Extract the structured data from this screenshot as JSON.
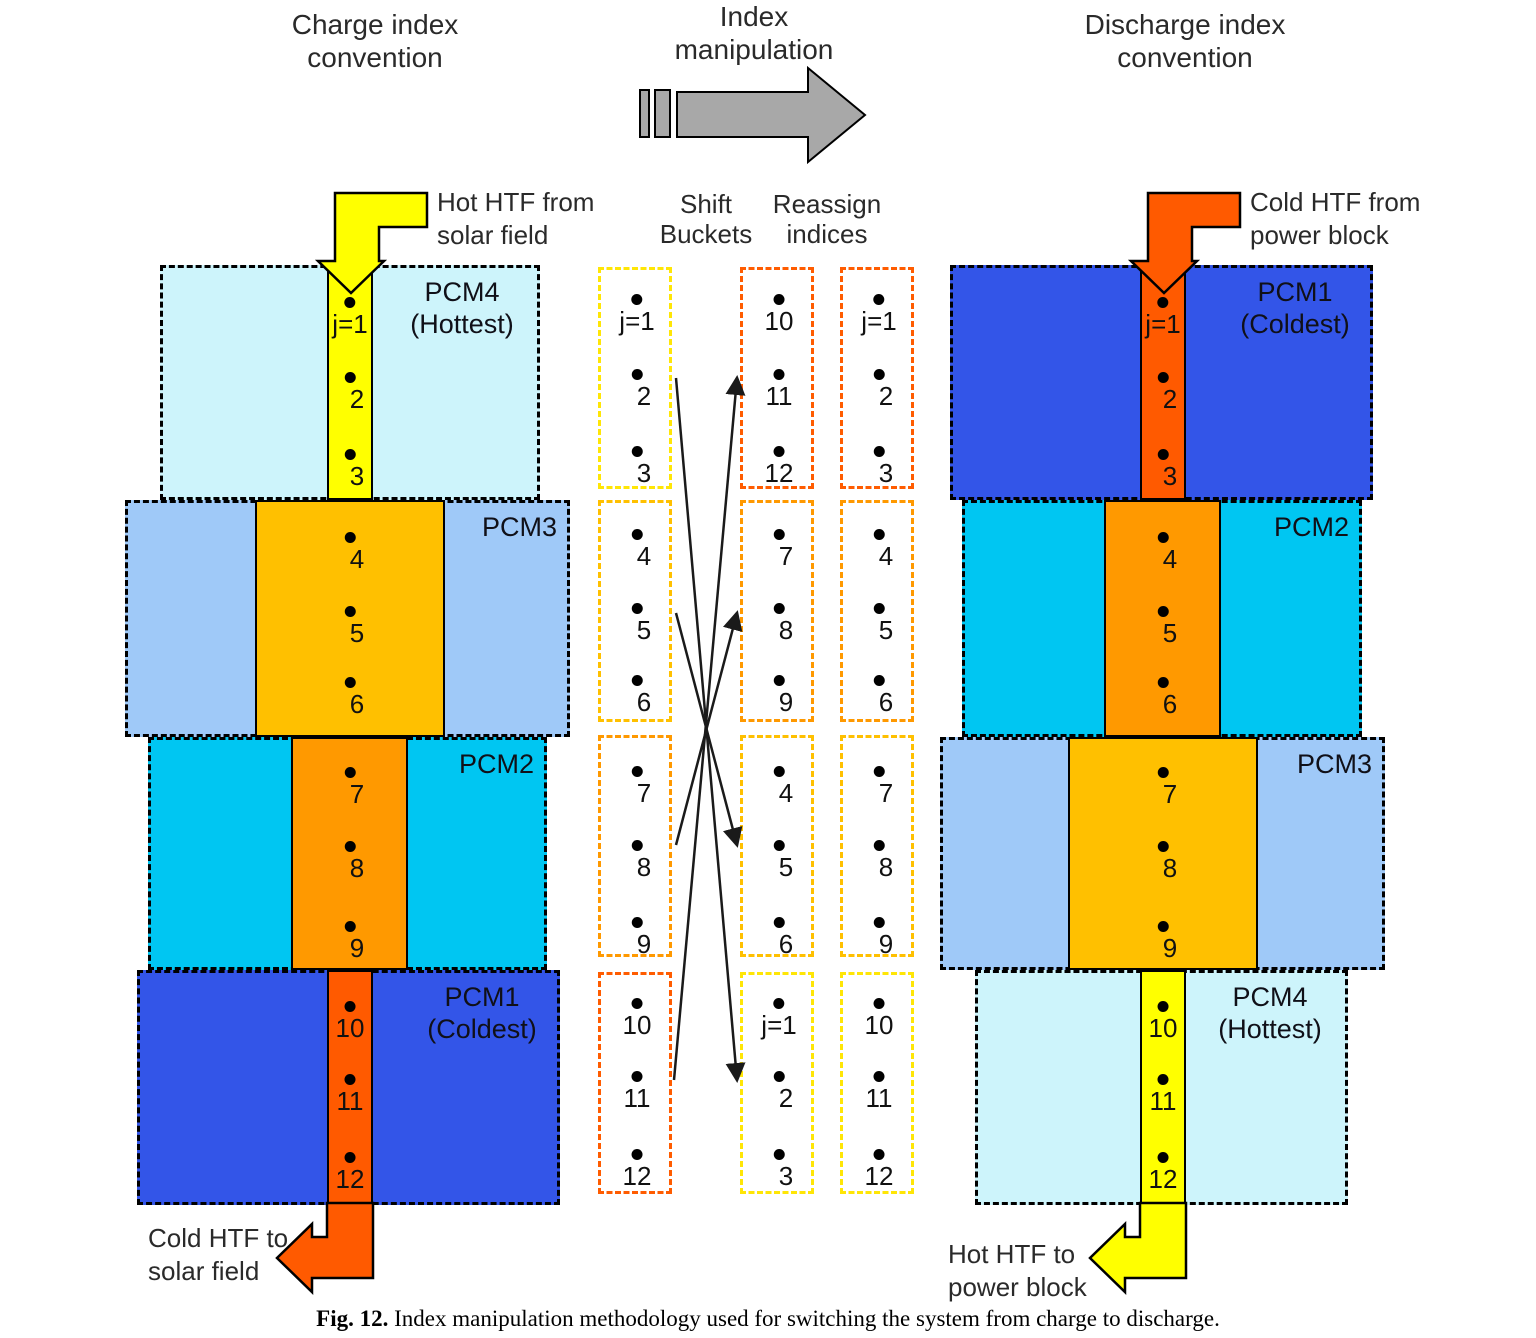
{
  "titles": {
    "left": "Charge index\nconvention",
    "center": "Index\nmanipulation",
    "right": "Discharge index\nconvention"
  },
  "mid_labels": {
    "shift": "Shift\nBuckets",
    "reassign": "Reassign\nindices"
  },
  "charge": {
    "inlet": "Hot HTF from\nsolar field",
    "outlet": "Cold HTF to\nsolar field",
    "blocks": [
      {
        "label": "PCM4\n(Hottest)"
      },
      {
        "label": "PCM3"
      },
      {
        "label": "PCM2"
      },
      {
        "label": "PCM1\n(Coldest)"
      }
    ],
    "indices": [
      "j=1",
      "2",
      "3",
      "4",
      "5",
      "6",
      "7",
      "8",
      "9",
      "10",
      "11",
      "12"
    ]
  },
  "discharge": {
    "inlet": "Cold HTF from\npower block",
    "outlet": "Hot HTF to\npower block",
    "blocks": [
      {
        "label": "PCM1\n(Coldest)"
      },
      {
        "label": "PCM2"
      },
      {
        "label": "PCM3"
      },
      {
        "label": "PCM4\n(Hottest)"
      }
    ],
    "indices": [
      "j=1",
      "2",
      "3",
      "4",
      "5",
      "6",
      "7",
      "8",
      "9",
      "10",
      "11",
      "12"
    ]
  },
  "mid": {
    "a": [
      [
        "j=1",
        "2",
        "3"
      ],
      [
        "4",
        "5",
        "6"
      ],
      [
        "7",
        "8",
        "9"
      ],
      [
        "10",
        "11",
        "12"
      ]
    ],
    "b": [
      [
        "10",
        "11",
        "12"
      ],
      [
        "7",
        "8",
        "9"
      ],
      [
        "4",
        "5",
        "6"
      ],
      [
        "j=1",
        "2",
        "3"
      ]
    ],
    "c": [
      [
        "j=1",
        "2",
        "3"
      ],
      [
        "4",
        "5",
        "6"
      ],
      [
        "7",
        "8",
        "9"
      ],
      [
        "10",
        "11",
        "12"
      ]
    ]
  },
  "caption": {
    "fig_label": "Fig. 12.",
    "text": " Index manipulation methodology used for switching the system from charge to discharge."
  },
  "colors": {
    "pcm_hottest_bg": "#cdf4fb",
    "pcm3_bg": "#9fc9f8",
    "pcm2_bg": "#00c6f2",
    "pcm_coldest_bg": "#3355e8",
    "channel_yellow": "#ffff00",
    "channel_gold": "#ffc000",
    "channel_orange": "#ff9900",
    "channel_red_orange": "#ff5a00",
    "bucket_dash_yellow": "#ffe606",
    "bucket_dash_gold": "#ffc000",
    "bucket_dash_orange": "#ff9900",
    "bucket_dash_red_orange": "#ff5c00",
    "manipulation_arrow_gray": "#a8a8a8"
  }
}
